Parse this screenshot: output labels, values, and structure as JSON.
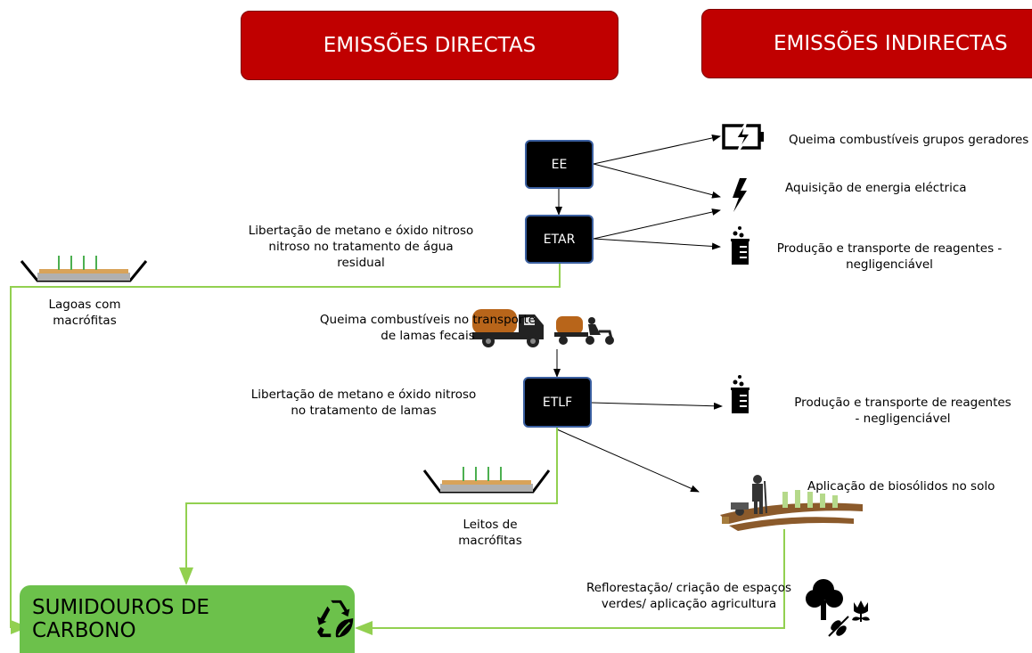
{
  "headers": {
    "direct": "EMISSÕES DIRECTAS",
    "indirect": "EMISSÕES INDIRECTAS"
  },
  "nodes": {
    "ee": "EE",
    "etar": "ETAR",
    "etlf": "ETLF"
  },
  "labels": {
    "generators": "Queima combustíveis grupos geradores",
    "electricity": "Aquisição de energia eléctrica",
    "reagents_etar": "Produção e transporte de reagentes -\nnegligenciável",
    "methane_etar": "Libertação de metano e óxido nitroso\nnitroso no tratamento de água\nresidual",
    "ponds": "Lagoas com\nmacrófitas",
    "transport": "Queima combustíveis no transporte\nde lamas fecais",
    "methane_etlf": "Libertação de metano e óxido nitroso\nno tratamento de lamas",
    "reagents_etlf": "Produção e transporte de reagentes\n- negligenciável",
    "biosolids": "Aplicação de biosólidos no solo",
    "beds": "Leitos de\nmacrófitas",
    "reforestation": "Reflorestação/ criação de espaços\nverdes/ aplicação agricultura"
  },
  "sink": {
    "label": "SUMIDOUROS DE CARBONO"
  },
  "colors": {
    "header_red": "#c00000",
    "sink_green": "#6cc14b",
    "flow_green": "#92d050"
  },
  "icons": [
    "battery-charging-icon",
    "lightning-icon",
    "beaker-icon",
    "truck-icon",
    "motorcycle-cart-icon",
    "wetland-icon",
    "farmer-field-icon",
    "tree-icon",
    "flower-icon",
    "recycle-leaf-icon"
  ]
}
